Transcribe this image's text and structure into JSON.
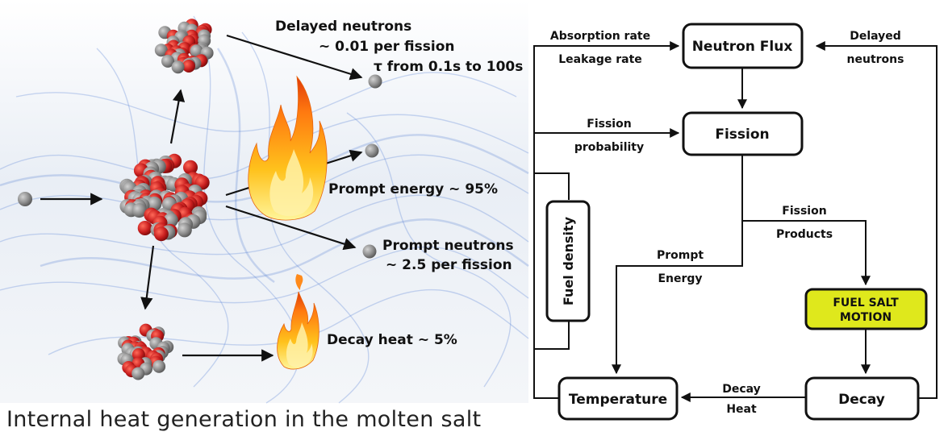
{
  "left_panel": {
    "delayed_title": "Delayed neutrons",
    "delayed_rate": "~ 0.01 per fission",
    "delayed_tau": "τ from 0.1s to 100s",
    "prompt_energy": "Prompt energy ~ 95%",
    "prompt_neutrons_title": "Prompt neutrons",
    "prompt_neutrons_rate": "~ 2.5 per fission",
    "decay_heat": "Decay heat ~ 5%",
    "caption": "Internal heat generation in the molten salt"
  },
  "flowchart": {
    "nodes": {
      "neutron_flux": "Neutron Flux",
      "fission": "Fission",
      "fuel_salt_motion_line1": "FUEL SALT",
      "fuel_salt_motion_line2": "MOTION",
      "decay": "Decay",
      "temperature": "Temperature",
      "fuel_density": "Fuel density"
    },
    "edge_labels": {
      "absorption_rate": "Absorption rate",
      "leakage_rate": "Leakage rate",
      "delayed_line1": "Delayed",
      "delayed_line2": "neutrons",
      "fission_prob_line1": "Fission",
      "fission_prob_line2": "probability",
      "fission_products_line1": "Fission",
      "fission_products_line2": "Products",
      "prompt_energy_line1": "Prompt",
      "prompt_energy_line2": "Energy",
      "decay_heat_line1": "Decay",
      "decay_heat_line2": "Heat"
    }
  },
  "colors": {
    "highlight_box": "#dfe81c",
    "nucleus_grey": "#8a8a8a",
    "nucleus_red": "#c81e1e",
    "background_gradient": "#e6ecf3",
    "swirl_blue": "#5f86d6"
  }
}
